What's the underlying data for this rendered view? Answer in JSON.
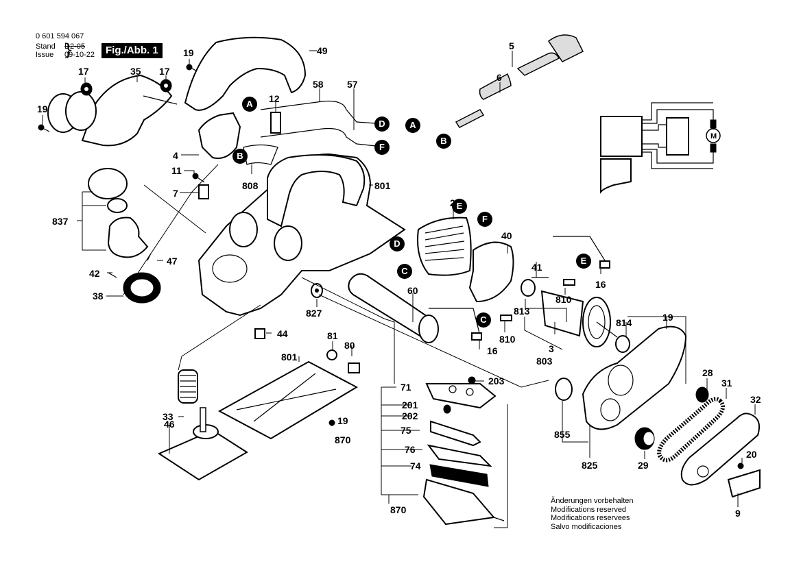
{
  "header": {
    "document_number": "0 601 594 067",
    "stand_label": "Stand",
    "stand_value": "D2-05",
    "issue_label": "Issue",
    "issue_value": "09-10-22",
    "figure_badge": "Fig./Abb. 1"
  },
  "callouts": {
    "c17a": "17",
    "c35": "35",
    "c17b": "17",
    "c19a": "19",
    "c19b": "19",
    "c49": "49",
    "c12": "12",
    "c58": "58",
    "c57": "57",
    "c4": "4",
    "c11": "11",
    "c7": "7",
    "c808": "808",
    "c801a": "801",
    "c837": "837",
    "c47": "47",
    "c42": "42",
    "c38": "38",
    "c44": "44",
    "c5": "5",
    "c6": "6",
    "c2": "2",
    "c40": "40",
    "c41": "41",
    "c16a": "16",
    "c810a": "810",
    "c60": "60",
    "c827": "827",
    "c16b": "16",
    "c810b": "810",
    "c813": "813",
    "c3": "3",
    "c803": "803",
    "c814": "814",
    "c19c": "19",
    "c81": "81",
    "c80": "80",
    "c801b": "801",
    "c19d": "19",
    "c870a": "870",
    "c33": "33",
    "c46": "46",
    "c71": "71",
    "c203": "203",
    "c201": "201",
    "c202": "202",
    "c75": "75",
    "c76": "76",
    "c74": "74",
    "c870b": "870",
    "c855": "855",
    "c825": "825",
    "c28": "28",
    "c31": "31",
    "c32": "32",
    "c29": "29",
    "c20": "20",
    "c9": "9"
  },
  "connectors": {
    "A1": "A",
    "B1": "B",
    "D1": "D",
    "F1": "F",
    "A2": "A",
    "B2": "B",
    "E1": "E",
    "F2": "F",
    "D2": "D",
    "C1": "C",
    "E2": "E",
    "C2": "C"
  },
  "schematic": {
    "motor_label": "M"
  },
  "notes": [
    "Änderungen vorbehalten",
    "Modifications reserved",
    "Modifications reservees",
    "Salvo modificaciones"
  ]
}
